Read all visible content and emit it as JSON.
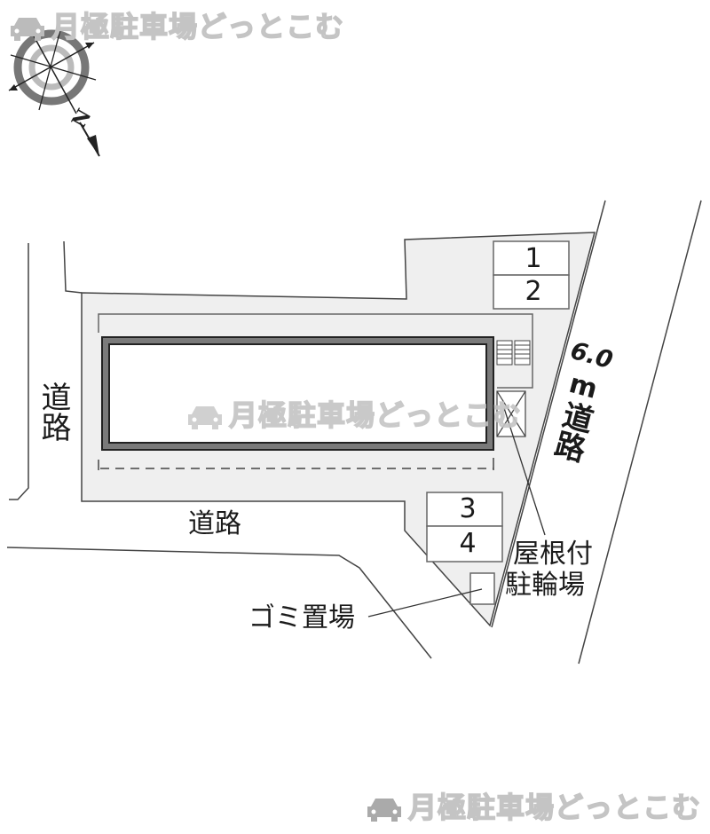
{
  "watermark": {
    "text": "月極駐車場どっとこむ",
    "icon": "car-icon"
  },
  "compass": {
    "icon": "compass-icon",
    "north_label": "N"
  },
  "labels": {
    "road_west": "道路",
    "road_south": "道路",
    "road_east_width": "6.0",
    "road_east_unit": "m",
    "road_east": "道路",
    "bicycle_parking_line1": "屋根付",
    "bicycle_parking_line2": "駐輪場",
    "garbage": "ゴミ置場"
  },
  "parking_slots": [
    {
      "number": "1"
    },
    {
      "number": "2"
    },
    {
      "number": "3"
    },
    {
      "number": "4"
    }
  ],
  "colors": {
    "lot_fill": "#efefef",
    "building_wall": "#7a7a7a",
    "line": "#333333",
    "watermark": "#c8c8c8"
  }
}
